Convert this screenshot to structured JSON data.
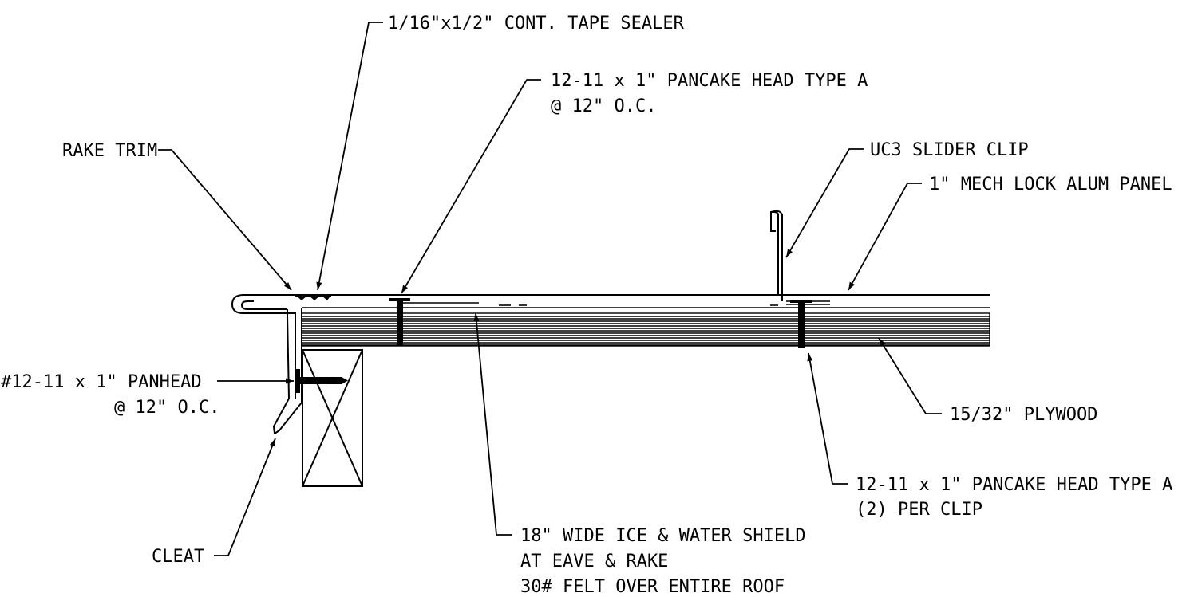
{
  "labels": {
    "tape_sealer": "1/16\"x1/2\" CONT. TAPE SEALER",
    "pancake_top_l1": "12-11 x 1\" PANCAKE HEAD TYPE A",
    "pancake_top_l2": "@ 12\" O.C.",
    "rake_trim": "RAKE TRIM",
    "slider_clip": "UC3 SLIDER CLIP",
    "alum_panel": "1\" MECH LOCK ALUM PANEL",
    "panhead_l1": "#12-11 x 1\" PANHEAD",
    "panhead_l2": "@ 12\" O.C.",
    "plywood": "15/32\" PLYWOOD",
    "pancake_clip_l1": "12-11 x 1\" PANCAKE HEAD TYPE A",
    "pancake_clip_l2": "(2) PER CLIP",
    "cleat": "CLEAT",
    "ice_shield_l1": "18\" WIDE ICE & WATER SHIELD",
    "ice_shield_l2": "AT EAVE & RAKE",
    "ice_shield_l3": "30# FELT OVER ENTIRE ROOF"
  },
  "colors": {
    "line": "#000000",
    "background": "#ffffff"
  }
}
